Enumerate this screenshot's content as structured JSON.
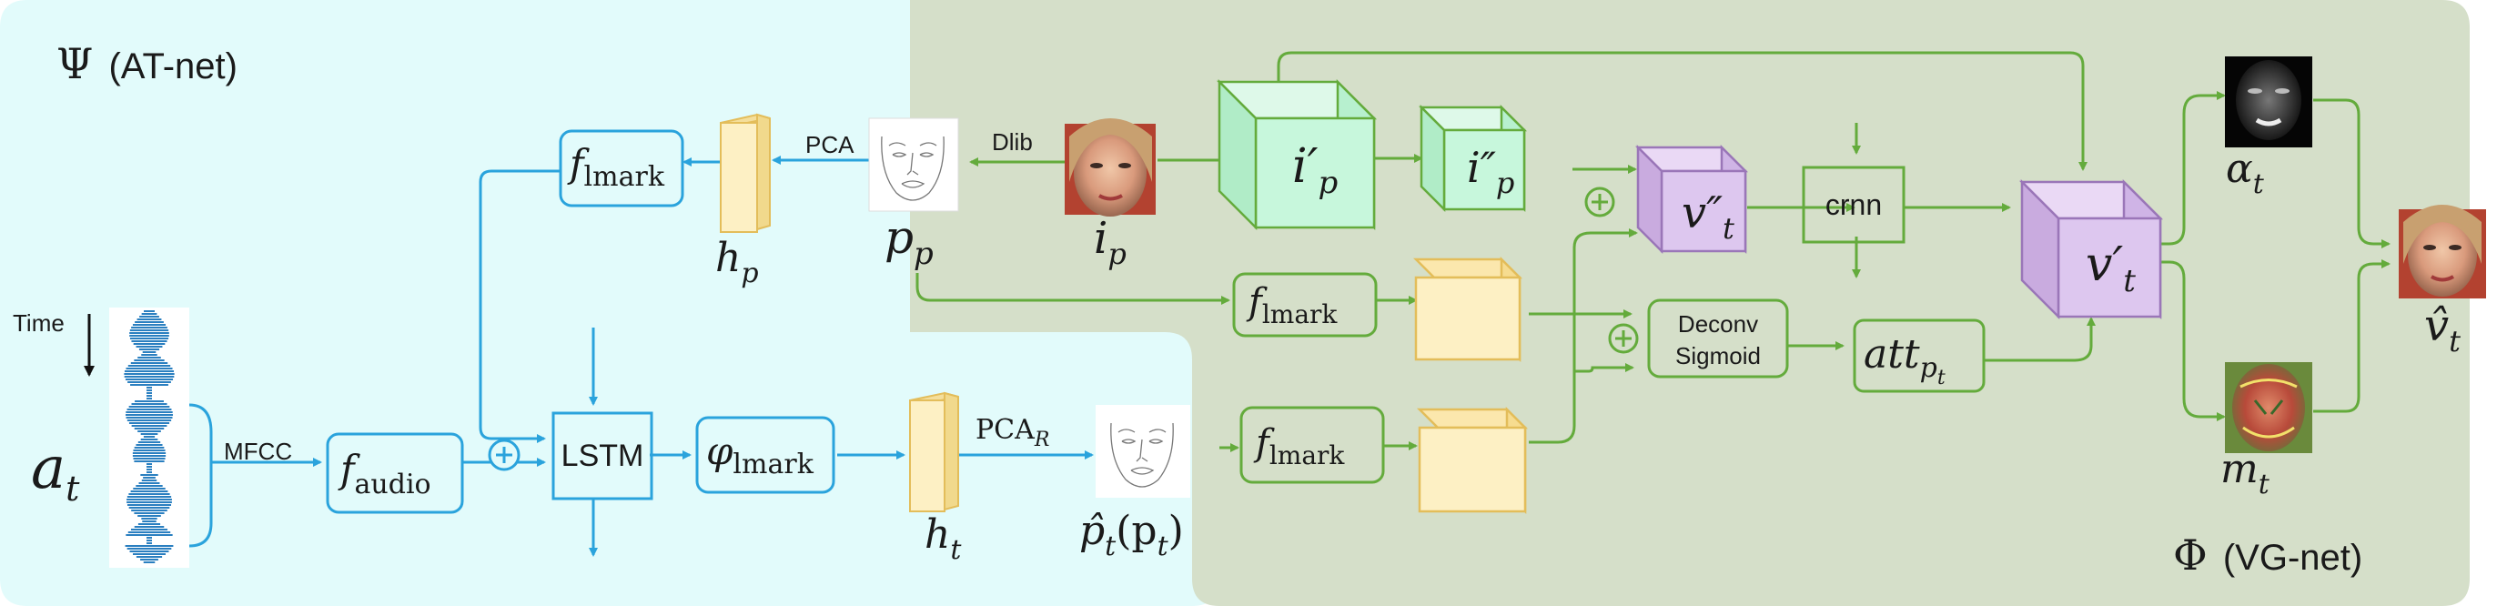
{
  "regions": {
    "at_net": {
      "symbol": "Ψ",
      "label": "(AT-net)"
    },
    "vg_net": {
      "symbol": "Φ",
      "label": "(VG-net)"
    }
  },
  "labels": {
    "time": "Time",
    "mfcc": "MFCC",
    "pca": "PCA",
    "dlib": "Dlib",
    "pca_r_main": "PCA",
    "pca_r_sub": "R",
    "lstm": "LSTM",
    "crnn": "crnn",
    "deconv_line1": "Deconv",
    "deconv_line2": "Sigmoid"
  },
  "math": {
    "a_t": {
      "base": "a",
      "sub": "t"
    },
    "f_audio": {
      "base": "f",
      "sub": "audio"
    },
    "f_lmark": {
      "base": "f",
      "sub": "lmark"
    },
    "phi_lmark": {
      "base": "φ",
      "sub": "lmark"
    },
    "h_p": {
      "base": "h",
      "sub": "p"
    },
    "h_t": {
      "base": "h",
      "sub": "t"
    },
    "p_p": {
      "base": "p",
      "sub": "p"
    },
    "i_p": {
      "base": "i",
      "sub": "p"
    },
    "i_p_prime": {
      "base": "i′",
      "sub": "p"
    },
    "i_p_dprime": {
      "base": "i″",
      "sub": "p"
    },
    "v_t_dprime": {
      "base": "v″",
      "sub": "t"
    },
    "v_t_prime": {
      "base": "v′",
      "sub": "t"
    },
    "p_hat": {
      "base": "p̂",
      "sub": "t",
      "suffix_open": "(p",
      "suffix_sub": "t",
      "suffix_close": ")"
    },
    "att": {
      "base": "att",
      "sub": "p",
      "subsub": "t"
    },
    "alpha_t": {
      "base": "α",
      "sub": "t"
    },
    "m_t": {
      "base": "m",
      "sub": "t"
    },
    "v_hat": {
      "base": "v̂",
      "sub": "t"
    }
  },
  "colors": {
    "at_net_bg": "#e2fbfb",
    "vg_net_bg": "#d5dfc9",
    "blue_path": "#2aa3dc",
    "green_path": "#64ab3c",
    "feature_yellow": "#fdf0c4",
    "feature_yellow_edge": "#e3bd5a",
    "cube_green": "#c7f7dc",
    "cube_purple": "#ddc7ef",
    "cube_purple_edge": "#9a76b8"
  }
}
